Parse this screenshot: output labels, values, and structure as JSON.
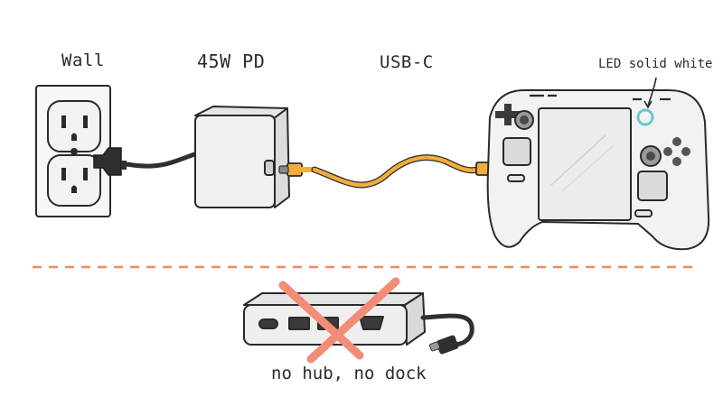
{
  "labels": {
    "wall": "Wall",
    "charger": "45W PD",
    "cable": "USB-C",
    "led": "LED solid white",
    "warning": "no hub, no dock"
  },
  "colors": {
    "ink": "#2a2a2a",
    "cable": "#f0ad3c",
    "device_fill": "#f2f2f2",
    "screen": "#eeeeee",
    "led_ring": "#6cc7cf",
    "divider": "#f08a5a",
    "cross": "#f08c78"
  }
}
